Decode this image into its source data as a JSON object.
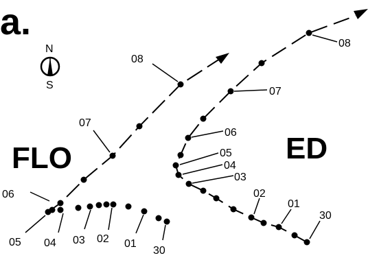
{
  "panel_label": "a.",
  "compass": {
    "north": "N",
    "south": "S"
  },
  "storms": [
    {
      "name": "FLO",
      "day_labels": [
        "06",
        "07",
        "08",
        "05",
        "04",
        "03",
        "02",
        "01",
        "30"
      ]
    },
    {
      "name": "ED",
      "day_labels": [
        "08",
        "07",
        "06",
        "05",
        "04",
        "03",
        "02",
        "01",
        "30"
      ]
    }
  ]
}
